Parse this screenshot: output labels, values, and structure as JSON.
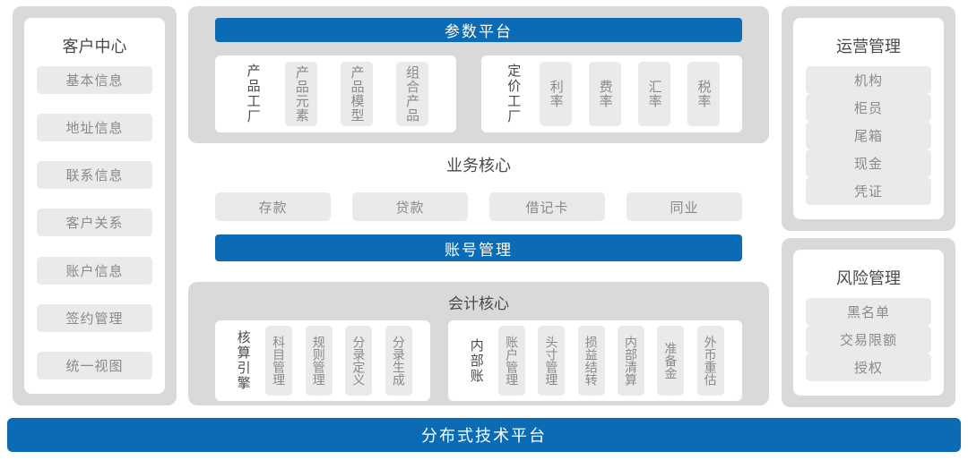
{
  "colors": {
    "accent_blue": "#0b6cb5",
    "container_gray": "#d9d9d9",
    "chip_gray": "#eaeaea",
    "title_text": "#4a4a4a",
    "chip_text": "#8a8a8a"
  },
  "customer_center": {
    "title": "客户中心",
    "items": [
      "基本信息",
      "地址信息",
      "联系信息",
      "客户关系",
      "账户信息",
      "签约管理",
      "统一视图"
    ]
  },
  "parameter_platform": {
    "header": "参数平台",
    "groups": [
      {
        "label": "产品工厂",
        "items": [
          "产品元素",
          "产品模型",
          "组合产品"
        ]
      },
      {
        "label": "定价工厂",
        "items": [
          "利率",
          "费率",
          "汇率",
          "税率"
        ]
      }
    ]
  },
  "business_core": {
    "title": "业务核心",
    "items": [
      "存款",
      "贷款",
      "借记卡",
      "同业"
    ]
  },
  "account_management": {
    "label": "账号管理"
  },
  "accounting_core": {
    "title": "会计核心",
    "groups": [
      {
        "label": "核算引擎",
        "items": [
          "科目管理",
          "规则管理",
          "分录定义",
          "分录生成"
        ]
      },
      {
        "label": "内部账",
        "items": [
          "账户管理",
          "头寸管理",
          "损益结转",
          "内部清算",
          "准备金",
          "外币重估"
        ]
      }
    ]
  },
  "operations_management": {
    "title": "运营管理",
    "items": [
      "机构",
      "柜员",
      "尾箱",
      "现金",
      "凭证"
    ]
  },
  "risk_management": {
    "title": "风险管理",
    "items": [
      "黑名单",
      "交易限额",
      "授权"
    ]
  },
  "bottom_bar": {
    "label": "分布式技术平台"
  }
}
